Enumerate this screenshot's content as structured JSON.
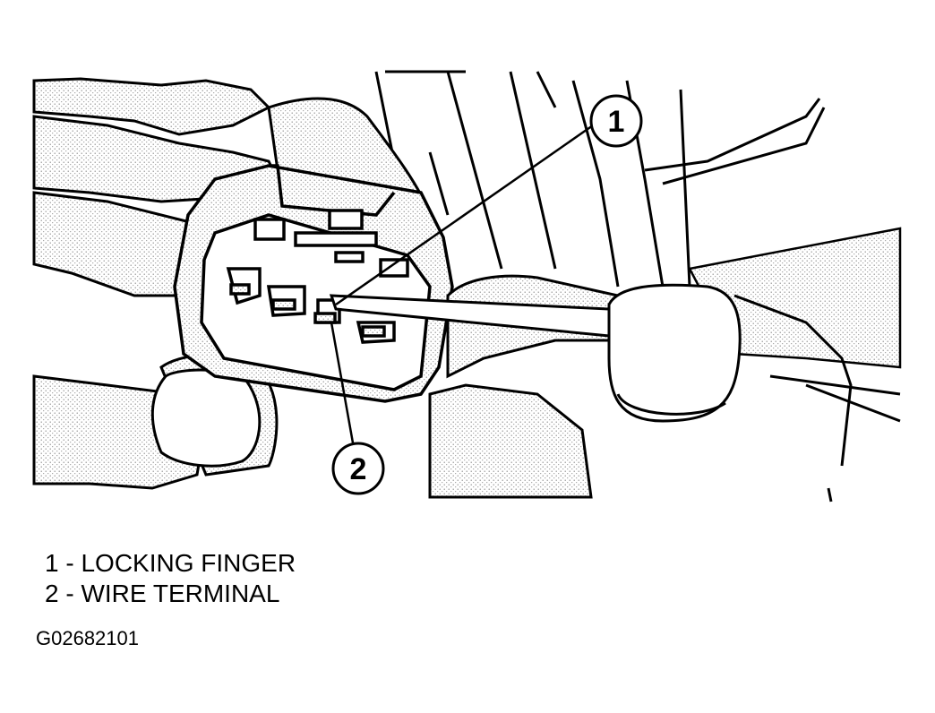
{
  "callouts": [
    {
      "number": "1",
      "target": "locking-finger"
    },
    {
      "number": "2",
      "target": "wire-terminal"
    }
  ],
  "legend": [
    {
      "number": "1",
      "separator": "-",
      "label": "LOCKING FINGER"
    },
    {
      "number": "2",
      "separator": "-",
      "label": "WIRE TERMINAL"
    }
  ],
  "figure_id": "G02682101",
  "colors": {
    "ink": "#000000",
    "paper": "#ffffff",
    "stipple": "#9a9a9a"
  }
}
